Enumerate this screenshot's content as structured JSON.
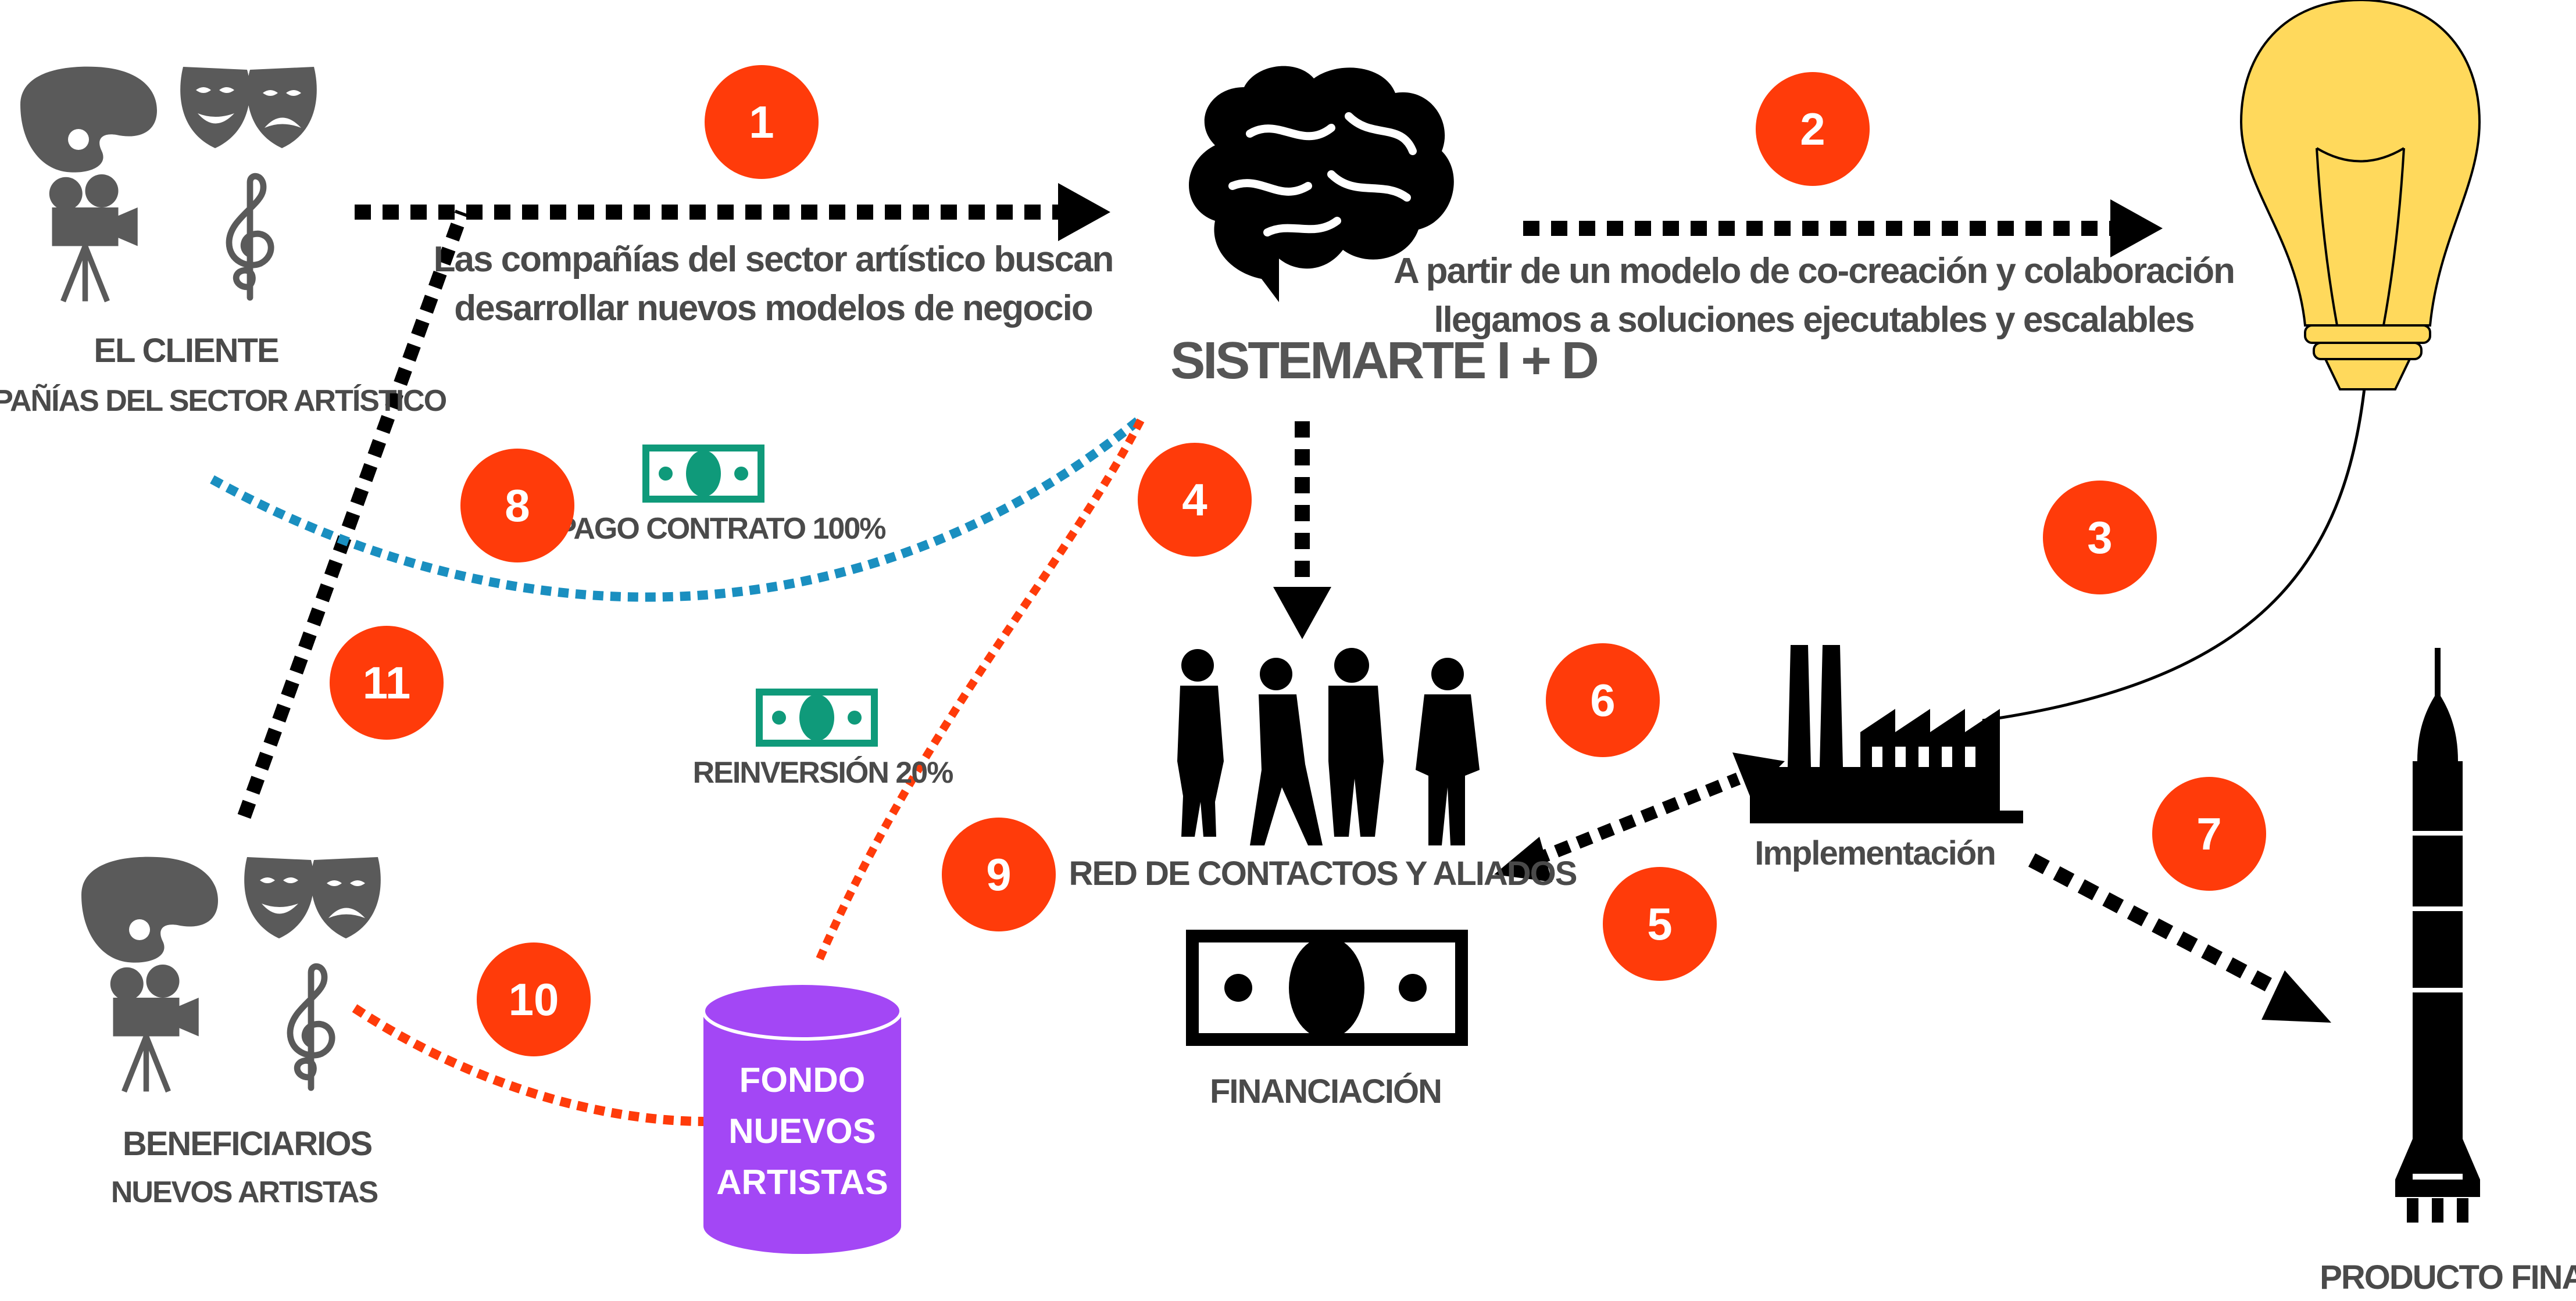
{
  "nodes": {
    "client": {
      "title": "EL CLIENTE",
      "subtitle": "COMPAÑÍAS DEL SECTOR ARTÍSTICO"
    },
    "sistemarte": {
      "title": "SISTEMARTE I + D"
    },
    "network": {
      "title": "RED DE CONTACTOS  Y ALIADOS"
    },
    "financing": {
      "title": "FINANCIACIÓN"
    },
    "implementation": {
      "title": "Implementación"
    },
    "final_product": {
      "title": "PRODUCTO FINAL"
    },
    "beneficiaries": {
      "title": "BENEFICIARIOS",
      "subtitle": "NUEVOS  ARTISTAS"
    },
    "fund": {
      "line1": "FONDO",
      "line2": "NUEVOS",
      "line3": "ARTISTAS"
    }
  },
  "descriptions": {
    "step1_line1": "Las compañías del sector artístico buscan",
    "step1_line2": "desarrollar nuevos modelos de negocio",
    "step2_line1": "A partir de un modelo de co-creación y colaboración",
    "step2_line2": "llegamos a soluciones ejecutables y escalables"
  },
  "money_labels": {
    "payment": "PAGO CONTRATO 100%",
    "reinvestment": "REINVERSIÓN  20%"
  },
  "steps": [
    "1",
    "2",
    "3",
    "4",
    "5",
    "6",
    "7",
    "8",
    "9",
    "10",
    "11"
  ],
  "colors": {
    "badge": "#ff3b0a",
    "dotted_black": "#000000",
    "dotted_blue": "#1a8fc0",
    "dotted_orange": "#ff3b0a",
    "bulb": "#ffd95c",
    "money": "#0f9a7a",
    "fund": "#a347f5",
    "icons_grey": "#5a5a5a"
  },
  "icons": [
    "palette-icon",
    "theater-masks-icon",
    "movie-camera-icon",
    "treble-clef-icon",
    "brain-icon",
    "light-bulb-icon",
    "factory-icon",
    "workers-icon",
    "banknote-icon",
    "rocket-icon"
  ]
}
